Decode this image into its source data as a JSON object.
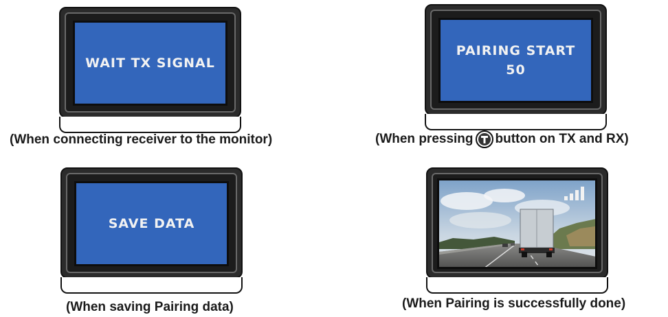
{
  "panels": [
    {
      "screen_lines": [
        "WAIT TX SIGNAL"
      ],
      "caption": "(When connecting receiver to the monitor)"
    },
    {
      "screen_lines": [
        "PAIRING START",
        "50"
      ],
      "caption_before": "(When pressing",
      "caption_after": "button  on TX and RX)",
      "caption_icon": "pairing-button-icon"
    },
    {
      "screen_lines": [
        "SAVE DATA"
      ],
      "caption": "(When saving Pairing data)"
    },
    {
      "screen_image": "highway-truck-camera-view",
      "signal_icon": "signal-strength-icon",
      "caption": "(When Pairing is successfully done)"
    }
  ],
  "colors": {
    "screen_blue": "#3366bb",
    "screen_text": "#f2f2f2",
    "bezel": "#2b2b2b",
    "caption_text": "#1a1a1a"
  }
}
